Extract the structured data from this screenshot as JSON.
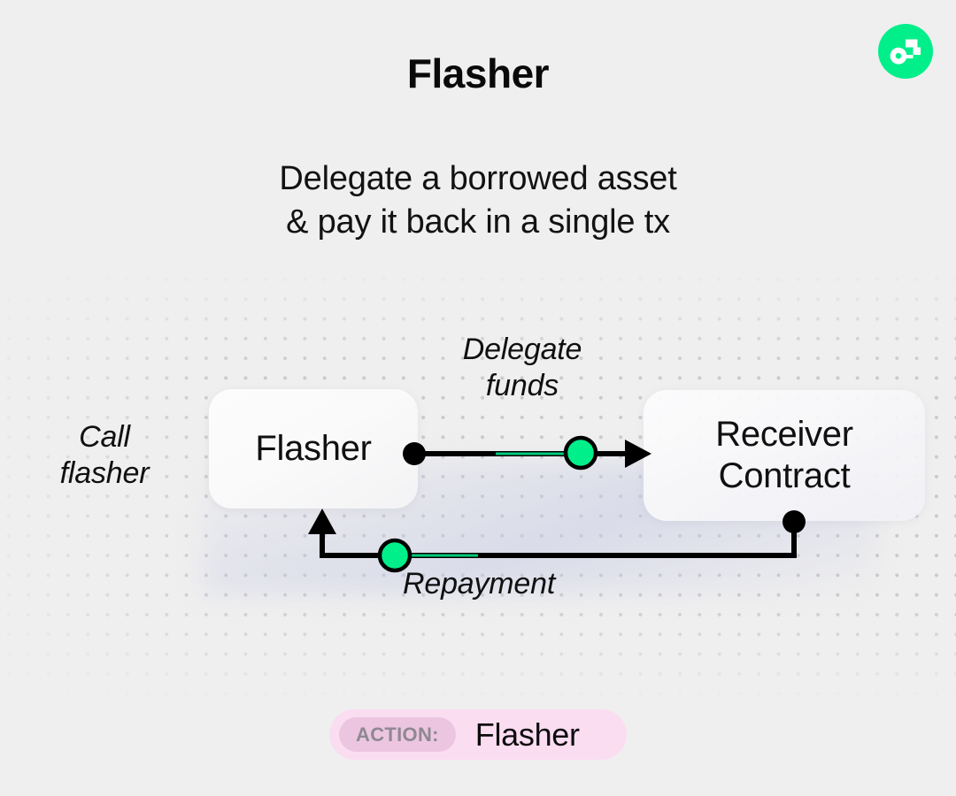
{
  "page": {
    "title": "Flasher",
    "subtitle_lines": [
      "Delegate a borrowed asset",
      "& pay it back in a single tx"
    ],
    "background_color": "#efefef"
  },
  "brand": {
    "logo_name": "flow-logo",
    "logo_color": "#00ef8b",
    "glyph_color": "#ffffff"
  },
  "diagram": {
    "nodes": [
      {
        "id": "flasher",
        "label": "Flasher"
      },
      {
        "id": "receiver",
        "label_lines": [
          "Receiver",
          "Contract"
        ]
      }
    ],
    "labels": {
      "call_flasher": [
        "Call",
        "flasher"
      ],
      "delegate_funds": [
        "Delegate",
        "funds"
      ],
      "repayment": "Repayment"
    },
    "accent_color": "#00ef8b",
    "wire_color": "#000000"
  },
  "action": {
    "prefix": "ACTION:",
    "value": "Flasher",
    "badge_color": "#fbddf2",
    "chip_color": "#ecc6e0"
  }
}
